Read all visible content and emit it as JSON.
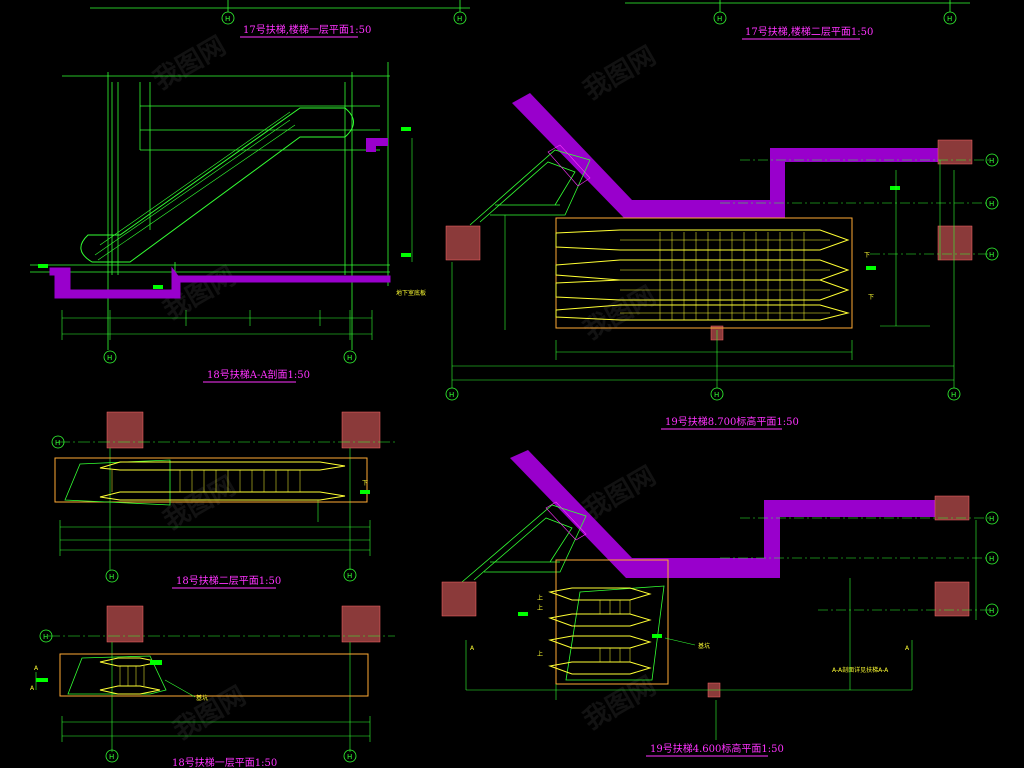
{
  "colors": {
    "background": "#000000",
    "structure": "#33ff33",
    "escalator": "#ffff33",
    "slab": "#9900cc",
    "column": "#8b3a3a",
    "title": "#ff33ff",
    "pit": "#ffaa33",
    "level_tag": "#00ff00"
  },
  "titles": {
    "t17_floor1": "17号扶梯,楼梯一层平面1:50",
    "t17_floor2": "17号扶梯,楼梯二层平面1:50",
    "t18_section": "18号扶梯A-A剖面1:50",
    "t19_plan_top": "19号扶梯8.700标高平面1:50",
    "t18_floor2": "18号扶梯二层平面1:50",
    "t18_floor1": "18号扶梯一层平面1:50",
    "t19_plan_bot": "19号扶梯4.600标高平面1:50"
  },
  "labels": {
    "basement_slab": "地下室底板",
    "pit_a": "基坑",
    "pit_b": "基坑",
    "section_note": "A-A剖面详见扶梯A-A",
    "down_1": "下",
    "down_2": "下",
    "down_3": "下",
    "up_1": "上",
    "up_2": "上",
    "up_3": "上",
    "sec_a1": "A",
    "sec_a2": "A",
    "sec_a3": "A",
    "sec_a4": "A"
  },
  "grid_axes": {
    "g1": "H",
    "g2": "H",
    "g3": "H",
    "g4": "H",
    "g5": "H",
    "g6": "H",
    "g7": "H",
    "g8": "H",
    "g9": "H",
    "g10": "H",
    "g11": "H",
    "g12": "H",
    "g13": "H",
    "g14": "H",
    "g15": "H",
    "g16": "H",
    "g17": "H",
    "g18": "H",
    "g19": "H",
    "g20": "H",
    "g21": "H",
    "g22": "H",
    "g23": "H"
  },
  "watermark": "我图网"
}
